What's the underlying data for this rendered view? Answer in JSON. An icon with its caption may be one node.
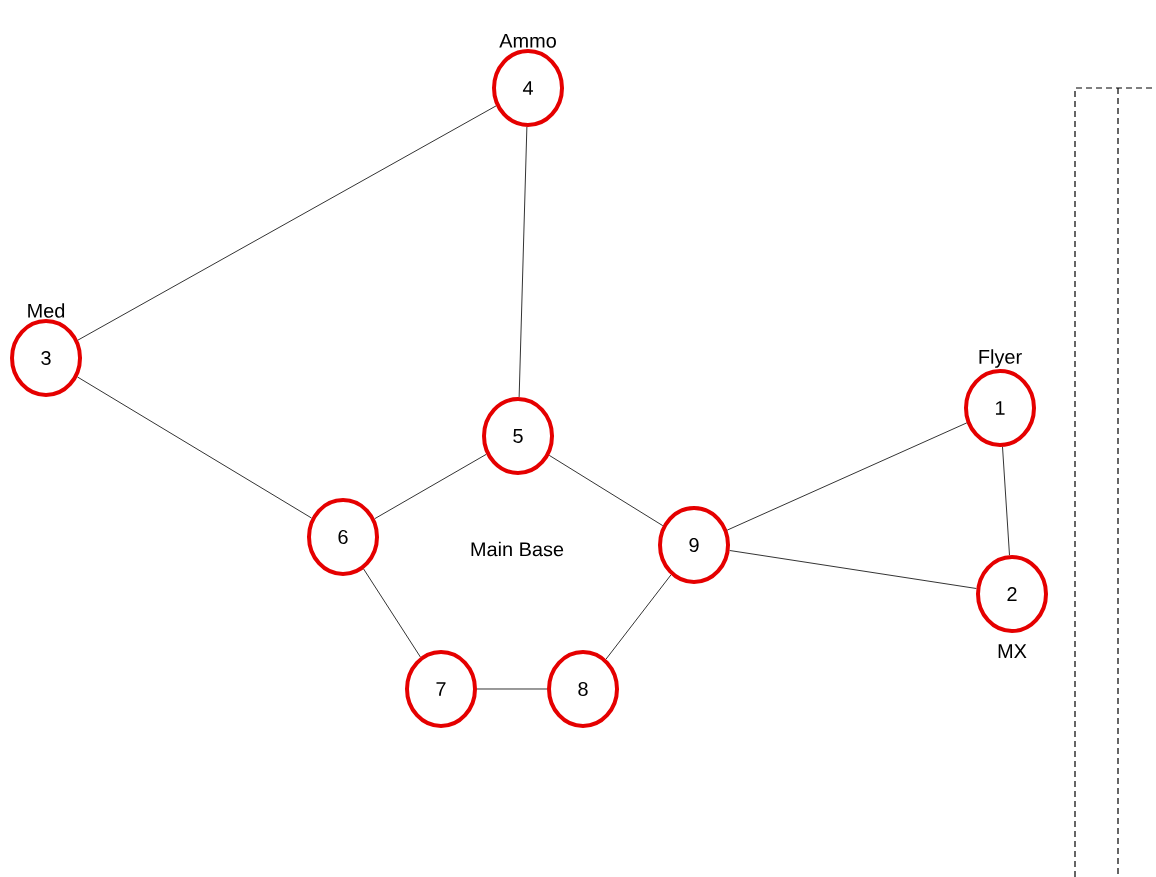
{
  "diagram": {
    "nodes": [
      {
        "text": [
          "4"
        ],
        "beside": [
          "Ammo"
        ]
      },
      {
        "text": [
          "3"
        ],
        "beside": [
          "Med"
        ]
      },
      {
        "text": [
          "1"
        ],
        "beside": [
          "Flyer"
        ]
      },
      {
        "text": [
          "5"
        ]
      },
      {
        "text": [
          "6"
        ]
      },
      {
        "text": [
          "9"
        ]
      },
      {
        "text": [
          "2"
        ],
        "beside": [
          "MX"
        ]
      },
      {
        "text": [
          "7"
        ]
      },
      {
        "text": [
          "8"
        ]
      }
    ],
    "edges": [
      {
        "from": 0,
        "to": 1,
        "arrow": "none"
      },
      {
        "from": 0,
        "to": 3,
        "arrow": "none"
      },
      {
        "from": 1,
        "to": 4,
        "arrow": "none"
      },
      {
        "from": 3,
        "to": 4,
        "arrow": "none"
      },
      {
        "from": 3,
        "to": 5,
        "arrow": "none"
      },
      {
        "from": 5,
        "to": 2,
        "arrow": "none"
      },
      {
        "from": 5,
        "to": 6,
        "arrow": "none"
      },
      {
        "from": 2,
        "to": 6,
        "arrow": "none"
      },
      {
        "from": 4,
        "to": 7,
        "arrow": "none"
      },
      {
        "from": 7,
        "to": 8,
        "arrow": "none"
      },
      {
        "from": 8,
        "to": 5,
        "arrow": "none"
      }
    ],
    "labels": [
      "Main Base"
    ]
  }
}
